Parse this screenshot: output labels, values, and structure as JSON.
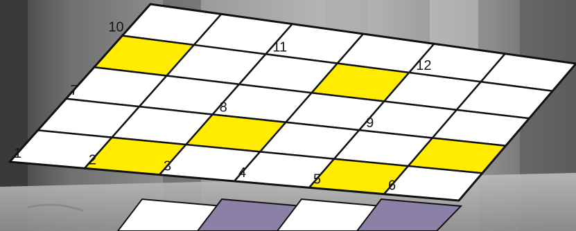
{
  "board": {
    "rows": 5,
    "cols": 6,
    "cells": [
      [
        "white",
        "white",
        "white",
        "white",
        "white",
        "white"
      ],
      [
        "yellow",
        "white",
        "white",
        "yellow",
        "white",
        "white"
      ],
      [
        "white",
        "white",
        "white",
        "white",
        "white",
        "white"
      ],
      [
        "white",
        "white",
        "yellow",
        "white",
        "white",
        "yellow"
      ],
      [
        "white",
        "yellow",
        "white",
        "white",
        "yellow",
        "white"
      ]
    ],
    "labels": [
      "1",
      "2",
      "3",
      "4",
      "5",
      "6",
      "7",
      "8",
      "9",
      "10",
      "11",
      "12"
    ],
    "colors": {
      "white": "#ffffff",
      "yellow": "#ffec00",
      "line": "#111111"
    }
  },
  "lower_board": {
    "cells": [
      "white",
      "purple",
      "white",
      "purple"
    ],
    "colors": {
      "white": "#ffffff",
      "purple": "#8b80a6"
    }
  },
  "background": {
    "colors": {
      "base": "#7d7d7d",
      "dark": "#3a3a3a",
      "light": "#b9b9b9"
    }
  }
}
